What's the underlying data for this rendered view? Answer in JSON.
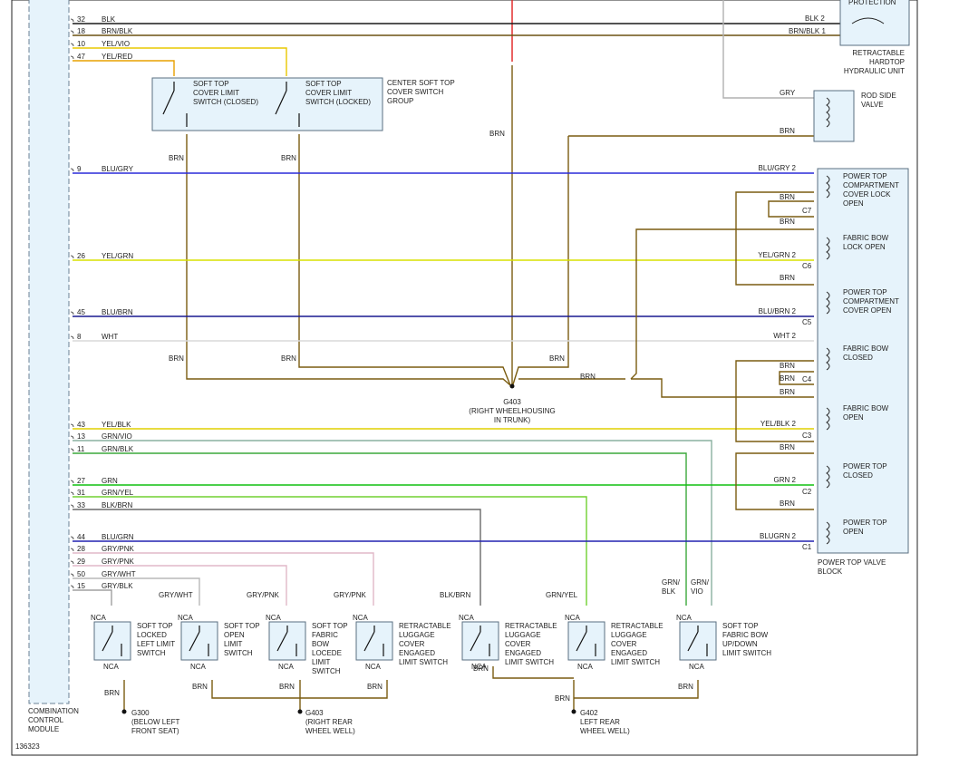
{
  "diagram_id": "136323",
  "module": {
    "line1": "COMBINATION",
    "line2": "CONTROL",
    "line3": "MODULE"
  },
  "wire_colors": {
    "BLK": "#1a1a1a",
    "BRN/BLK": "#6b5212",
    "YEL/VIO": "#e8c800",
    "YEL/RED": "#e8a000",
    "BRN": "#7a5c10",
    "BLU/GRY": "#2a2ad8",
    "YEL/GRN": "#d8e000",
    "BLU/BRN": "#1a1a90",
    "WHT": "#d8d8d8",
    "YEL/BLK": "#e0d000",
    "GRN/VIO": "#8ab0a0",
    "GRN/BLK": "#3ca83c",
    "GRN": "#10c010",
    "GRN/YEL": "#70d030",
    "BLK/BRN": "#6a6a6a",
    "BLU/GRN": "#2222b0",
    "GRY/PNK": "#e0b8c8",
    "GRY/WHT": "#b8b8b8",
    "GRY/BLK": "#a0a0a0",
    "GRY": "#b0b0b0",
    "RED": "#e02020"
  },
  "left_wires": [
    {
      "pin": "32",
      "color": "BLK"
    },
    {
      "pin": "18",
      "color": "BRN/BLK"
    },
    {
      "pin": "10",
      "color": "YEL/VIO"
    },
    {
      "pin": "47",
      "color": "YEL/RED"
    },
    {
      "pin": "9",
      "color": "BLU/GRY"
    },
    {
      "pin": "26",
      "color": "YEL/GRN"
    },
    {
      "pin": "45",
      "color": "BLU/BRN"
    },
    {
      "pin": "8",
      "color": "WHT"
    },
    {
      "pin": "43",
      "color": "YEL/BLK"
    },
    {
      "pin": "13",
      "color": "GRN/VIO"
    },
    {
      "pin": "11",
      "color": "GRN/BLK"
    },
    {
      "pin": "27",
      "color": "GRN"
    },
    {
      "pin": "31",
      "color": "GRN/YEL"
    },
    {
      "pin": "33",
      "color": "BLK/BRN"
    },
    {
      "pin": "44",
      "color": "BLU/GRN"
    },
    {
      "pin": "28",
      "color": "GRY/PNK"
    },
    {
      "pin": "29",
      "color": "GRY/PNK"
    },
    {
      "pin": "50",
      "color": "GRY/WHT"
    },
    {
      "pin": "15",
      "color": "GRY/BLK"
    }
  ],
  "hydraulic": {
    "overload": "OVERLOAD\nPROTECTION",
    "unit": "RETRACTABLE\nHARDTOP\nHYDRAULIC UNIT",
    "pin_blk": "BLK 2",
    "pin_brnblk": "BRN/BLK 1"
  },
  "rod_valve": {
    "label": "ROD SIDE\nVALVE",
    "gry": "GRY",
    "brn": "BRN"
  },
  "center_group": {
    "label": "CENTER SOFT TOP\nCOVER SWITCH\nGROUP",
    "sw1": "SOFT TOP\nCOVER LIMIT\nSWITCH (CLOSED)",
    "sw2": "SOFT TOP\nCOVER LIMIT\nSWITCH (LOCKED)",
    "brn": "BRN"
  },
  "valve_block": {
    "label": "POWER TOP VALVE\nBLOCK",
    "solenoids": [
      "POWER TOP\nCOMPARTMENT\nCOVER LOCK\nOPEN",
      "FABRIC BOW\nLOCK OPEN",
      "POWER TOP\nCOMPARTMENT\nCOVER OPEN",
      "FABRIC BOW\nCLOSED",
      "FABRIC BOW\nOPEN",
      "POWER TOP\nCLOSED",
      "POWER TOP\nOPEN"
    ],
    "connectors": [
      "C7",
      "C6",
      "C5",
      "C4",
      "C3",
      "C2",
      "C1"
    ],
    "right_labels": [
      "BLU/GRY",
      "YEL/GRN",
      "BLU/BRN",
      "WHT",
      "YEL/BLK",
      "GRN",
      "BLUGRN"
    ]
  },
  "grounds": {
    "g403_top": "G403\n(RIGHT WHEELHOUSING\nIN TRUNK)",
    "g300": "G300\n(BELOW LEFT\nFRONT SEAT)",
    "g403_bot": "G403\n(RIGHT REAR\nWHEEL WELL)",
    "g402": "G402\nLEFT REAR\nWHEEL WELL)"
  },
  "bottom_switches": [
    {
      "name": "SOFT TOP\nLOCKED\nLEFT LIMIT\nSWITCH",
      "wire": ""
    },
    {
      "name": "SOFT TOP\nOPEN\nLIMIT\nSWITCH",
      "wire": "GRY/WHT"
    },
    {
      "name": "SOFT TOP\nFABRIC\nBOW\nLOCEDE\nLIMIT\nSWITCH",
      "wire": "GRY/PNK"
    },
    {
      "name": "RETRACTABLE\nLUGGAGE\nCOVER\nENGAGED\nLIMIT SWITCH",
      "wire": "GRY/PNK"
    },
    {
      "name": "RETRACTABLE\nLUGGAGE\nCOVER\nENGAGED\nLIMIT SWITCH",
      "wire": "BLK/BRN"
    },
    {
      "name": "RETRACTABLE\nLUGGAGE\nCOVER\nENGAGED\nLIMIT SWITCH",
      "wire": "GRN/YEL"
    },
    {
      "name": "SOFT TOP\nFABRIC BOW\nUP/DOWN\nLIMIT SWITCH",
      "wire": "GRN/\nBLK"
    }
  ],
  "misc": {
    "nca": "NCA",
    "brn": "BRN",
    "grn_vio": "GRN/\nVIO"
  }
}
